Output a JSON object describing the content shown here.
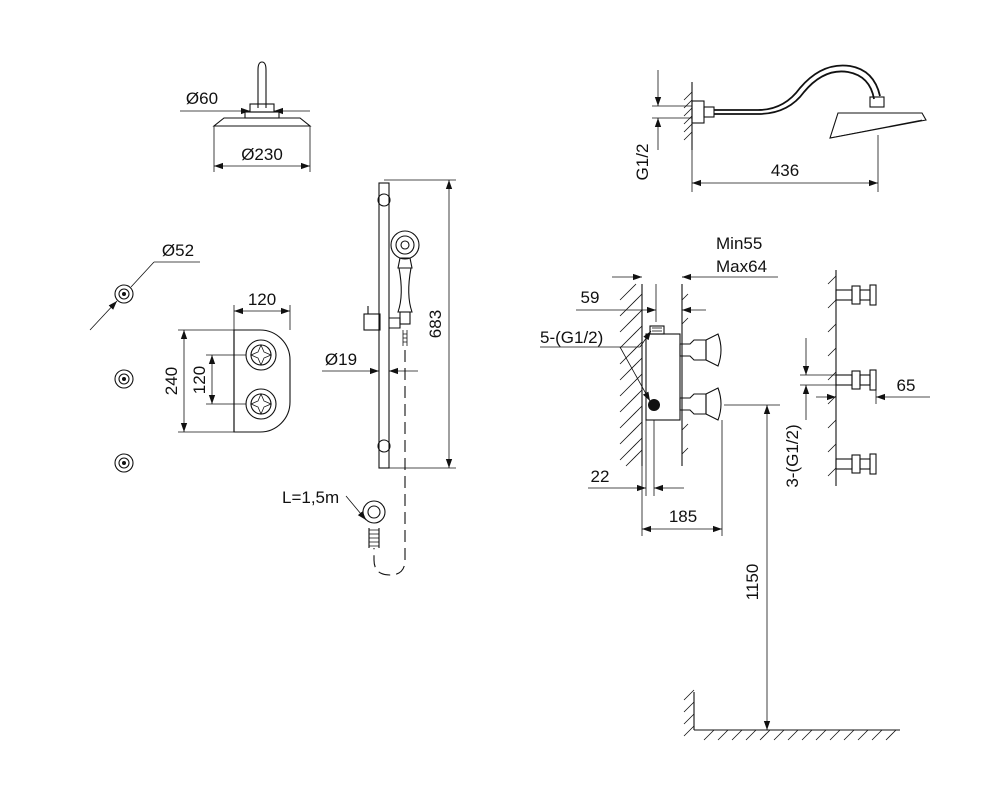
{
  "dimensions": {
    "head_connector_dia": "Ø60",
    "head_dia": "Ø230",
    "jet_dia": "Ø52",
    "valve_width": "120",
    "valve_height": "240",
    "valve_spacing": "120",
    "rail_length": "683",
    "rail_dia": "Ø19",
    "hose_length": "L=1,5m",
    "arm_thread": "G1/2",
    "arm_projection": "436",
    "wall_depth_min": "Min55",
    "wall_depth_max": "Max64",
    "valve_recess": "59",
    "valve_outlets": "5-(G1/2)",
    "valve_offset": "22",
    "valve_depth": "185",
    "valve_height_floor": "1150",
    "jet_outlets": "3-(G1/2)",
    "jet_projection": "65"
  },
  "colors": {
    "line": "#111111",
    "background": "#ffffff"
  }
}
